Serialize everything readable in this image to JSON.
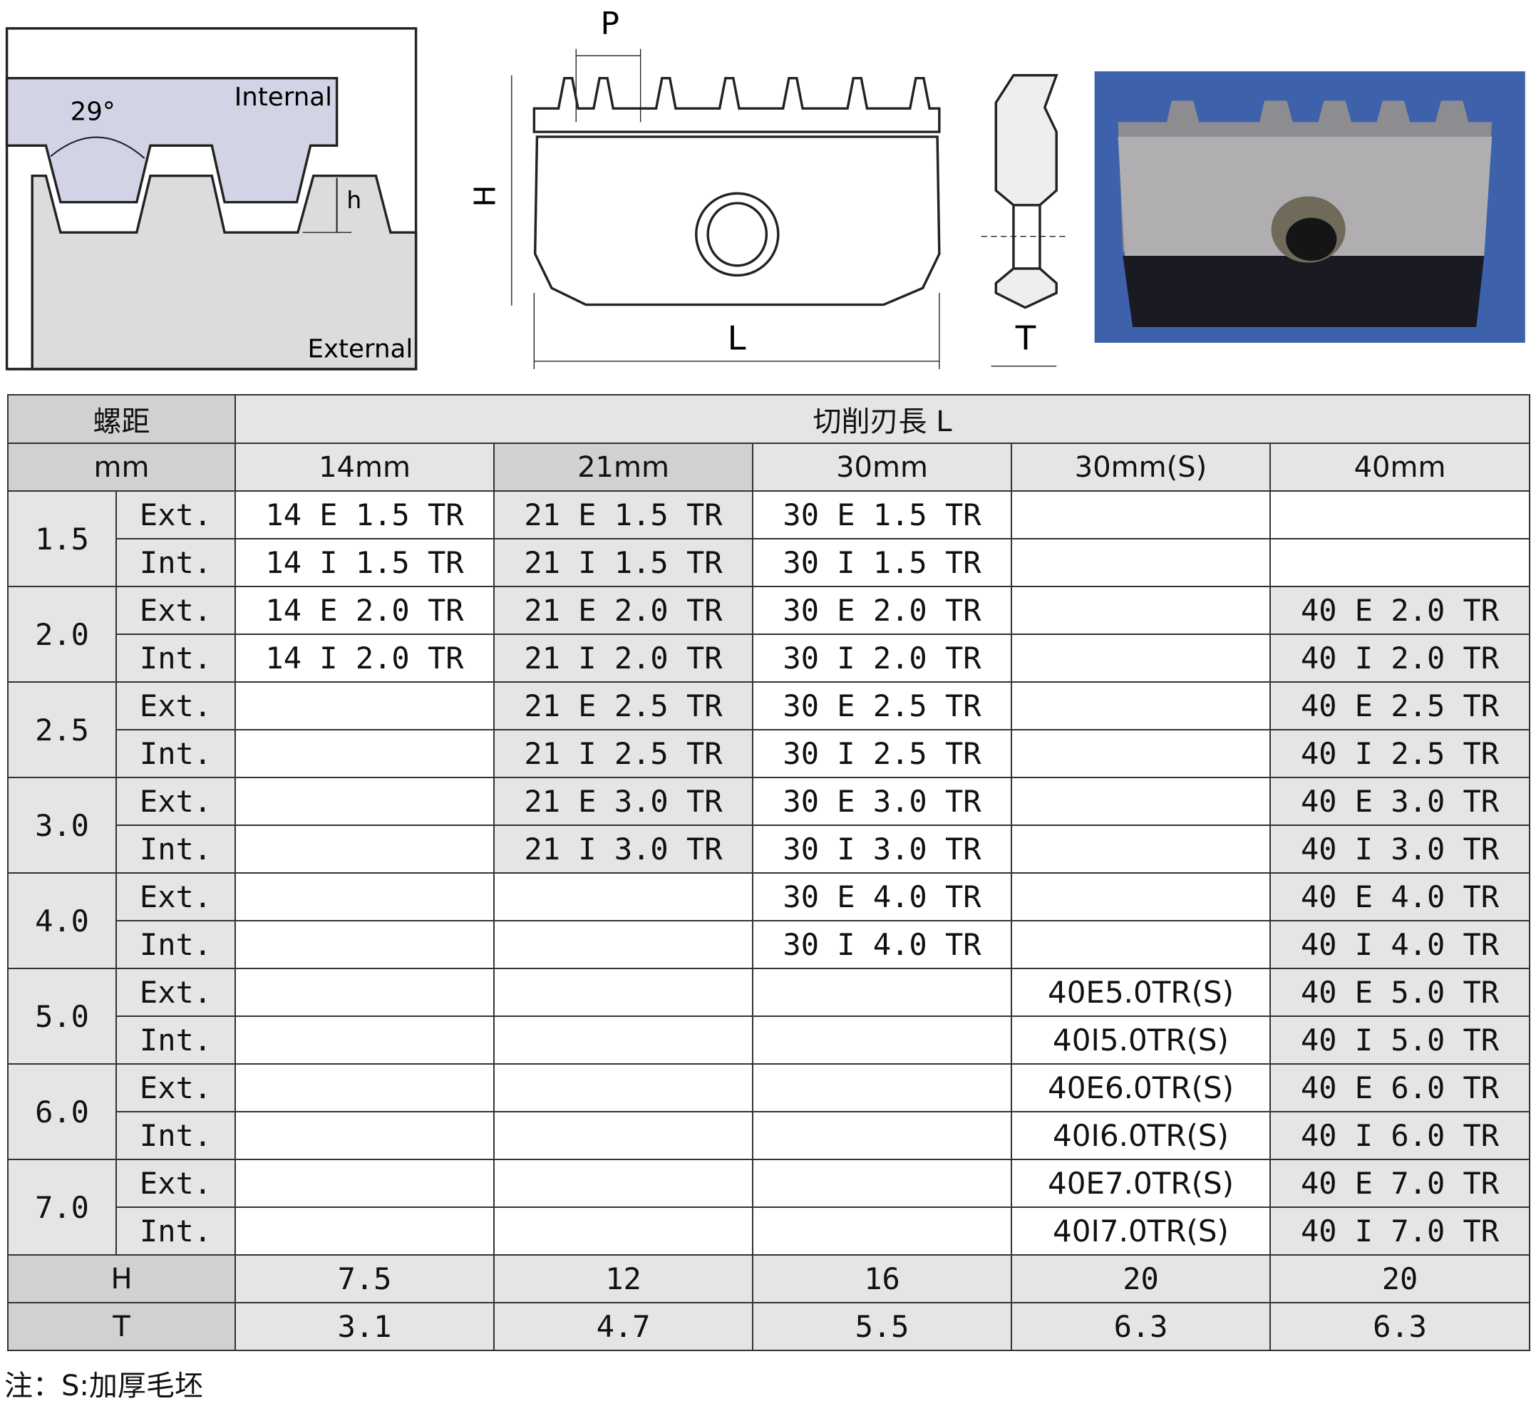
{
  "diagram": {
    "internal_label": "Internal",
    "external_label": "External",
    "angle_label": "29°",
    "height_label": "h",
    "pitch_label": "P",
    "insert_height_label": "H",
    "insert_length_label": "L",
    "insert_thickness_label": "T",
    "colors": {
      "internal_fill": "#d2d4e6",
      "external_fill": "#dcdbde",
      "photo_bg": "#3d62ab"
    }
  },
  "table": {
    "pitch_header": "螺距",
    "unit_header": "mm",
    "length_header": "切削刃長 L",
    "columns": [
      "14mm",
      "21mm",
      "30mm",
      "30mm(S)",
      "40mm"
    ],
    "types": [
      "Ext.",
      "Int."
    ],
    "rows": [
      {
        "pitch": "1.5",
        "ext": [
          "14 E 1.5 TR",
          "21 E 1.5 TR",
          "30 E 1.5 TR",
          "",
          ""
        ],
        "int": [
          "14 I 1.5 TR",
          "21 I 1.5 TR",
          "30 I 1.5 TR",
          "",
          ""
        ]
      },
      {
        "pitch": "2.0",
        "ext": [
          "14 E 2.0 TR",
          "21 E 2.0 TR",
          "30 E 2.0 TR",
          "",
          "40 E 2.0 TR"
        ],
        "int": [
          "14 I 2.0 TR",
          "21 I 2.0 TR",
          "30 I 2.0 TR",
          "",
          "40 I 2.0 TR"
        ]
      },
      {
        "pitch": "2.5",
        "ext": [
          "",
          "21 E 2.5 TR",
          "30 E 2.5 TR",
          "",
          "40 E 2.5 TR"
        ],
        "int": [
          "",
          "21 I 2.5 TR",
          "30 I 2.5 TR",
          "",
          "40 I 2.5 TR"
        ]
      },
      {
        "pitch": "3.0",
        "ext": [
          "",
          "21 E 3.0 TR",
          "30 E 3.0 TR",
          "",
          "40 E 3.0 TR"
        ],
        "int": [
          "",
          "21 I 3.0 TR",
          "30 I 3.0 TR",
          "",
          "40 I 3.0 TR"
        ]
      },
      {
        "pitch": "4.0",
        "ext": [
          "",
          "",
          "30 E 4.0 TR",
          "",
          "40 E 4.0 TR"
        ],
        "int": [
          "",
          "",
          "30 I 4.0 TR",
          "",
          "40 I 4.0 TR"
        ]
      },
      {
        "pitch": "5.0",
        "ext": [
          "",
          "",
          "",
          "40E5.0TR(S)",
          "40 E 5.0 TR"
        ],
        "int": [
          "",
          "",
          "",
          "40I5.0TR(S)",
          "40 I 5.0 TR"
        ]
      },
      {
        "pitch": "6.0",
        "ext": [
          "",
          "",
          "",
          "40E6.0TR(S)",
          "40 E 6.0 TR"
        ],
        "int": [
          "",
          "",
          "",
          "40I6.0TR(S)",
          "40 I 6.0 TR"
        ]
      },
      {
        "pitch": "7.0",
        "ext": [
          "",
          "",
          "",
          "40E7.0TR(S)",
          "40 E 7.0 TR"
        ],
        "int": [
          "",
          "",
          "",
          "40I7.0TR(S)",
          "40 I 7.0 TR"
        ]
      }
    ],
    "h_row": {
      "label": "H",
      "values": [
        "7.5",
        "12",
        "16",
        "20",
        "20"
      ]
    },
    "t_row": {
      "label": "T",
      "values": [
        "3.1",
        "4.7",
        "5.5",
        "6.3",
        "6.3"
      ]
    }
  },
  "note": "注：S:加厚毛坯"
}
